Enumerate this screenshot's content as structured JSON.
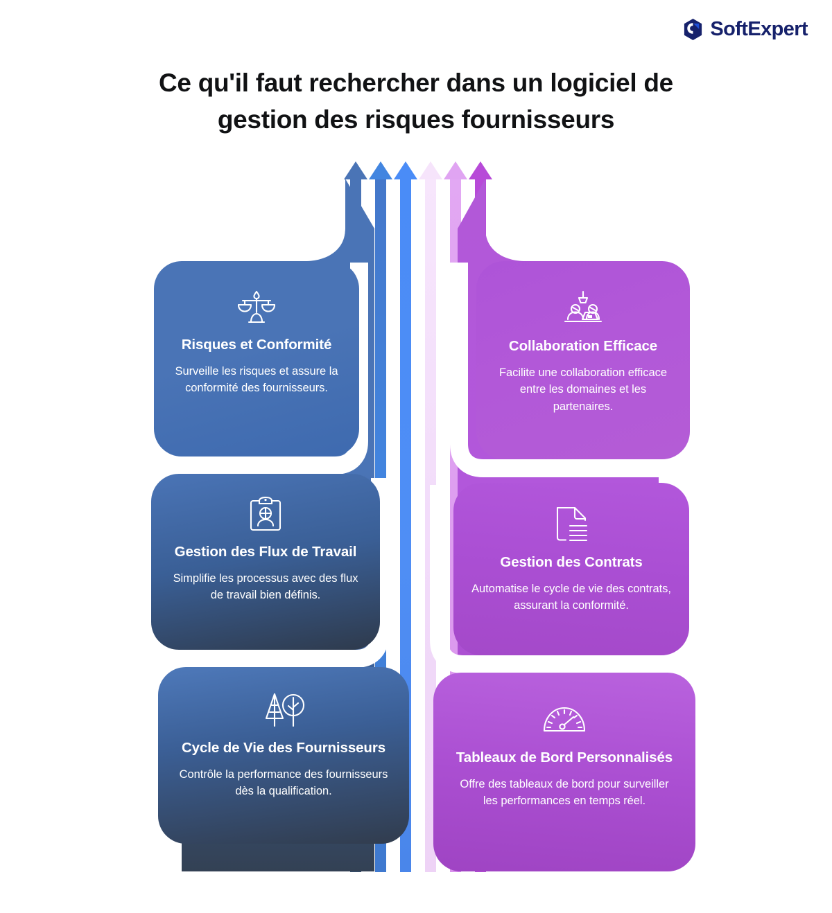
{
  "brand": {
    "name": "SoftExpert",
    "logo_icon": "softexpert-hexagon-logo-icon",
    "logo_color": "#16216b",
    "accent_color": "#1e4fd8"
  },
  "title": "Ce qu'il faut rechercher dans un logiciel de gestion des risques fournisseurs",
  "title_lines": [
    "Ce qu'il faut rechercher dans un logiciel de",
    "gestion des risques fournisseurs"
  ],
  "arrows": {
    "count": 6,
    "direction": "up",
    "colors": [
      "#4a74b6",
      "#4285e0",
      "#4a8cf7",
      "#f6e4fb",
      "#e0a4f2",
      "#b74ad8"
    ]
  },
  "columns": {
    "left": {
      "theme": "blue",
      "gradient_from": "#4a74b6",
      "gradient_to": "#2e3a4c"
    },
    "right": {
      "theme": "purple",
      "gradient_from": "#b962de",
      "gradient_to": "#9f44c3"
    }
  },
  "cards": [
    {
      "id": "risk",
      "icon": "balance-scales-icon",
      "title": "Risques et Conformité",
      "description": "Surveille les risques et assure la conformité des fournisseurs.",
      "column": "left",
      "order": 1
    },
    {
      "id": "collaboration",
      "icon": "people-at-desk-icon",
      "title": "Collaboration Efficace",
      "description": "Facilite une collaboration efficace entre les domaines et les partenaires.",
      "column": "right",
      "order": 1
    },
    {
      "id": "workflow",
      "icon": "id-badge-person-icon",
      "title": "Gestion des Flux de Travail",
      "description": "Simplifie les processus avec des flux de travail bien définis.",
      "column": "left",
      "order": 2
    },
    {
      "id": "contracts",
      "icon": "document-lines-icon",
      "title": "Gestion des Contrats",
      "description": "Automatise le cycle de vie des contrats, assurant la conformité.",
      "column": "right",
      "order": 2
    },
    {
      "id": "lifecycle",
      "icon": "two-trees-icon",
      "title": "Cycle de Vie des Fournisseurs",
      "description": "Contrôle la performance des fournisseurs dès la qualification.",
      "column": "left",
      "order": 3
    },
    {
      "id": "dashboards",
      "icon": "speedometer-gauge-icon",
      "title": "Tableaux de Bord Personnalisés",
      "description": "Offre des tableaux de bord pour surveiller les performances en temps réel.",
      "column": "right",
      "order": 3
    }
  ]
}
